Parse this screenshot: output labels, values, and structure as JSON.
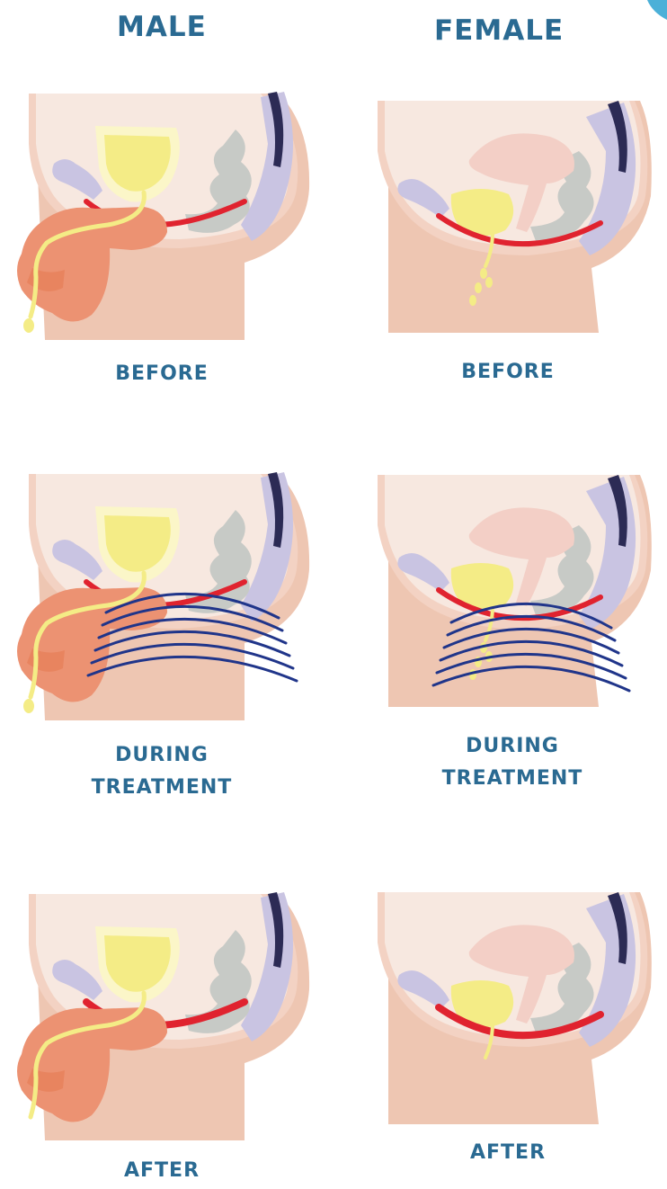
{
  "headings": {
    "male": "MALE",
    "female": "FEMALE"
  },
  "captions": {
    "before": "BEFORE",
    "during_line1": "DURING",
    "during_line2": "TREATMENT",
    "after": "AFTER"
  },
  "colors": {
    "heading": "#2a6a92",
    "skin": "#eec6b2",
    "cavity": "#f7e8e0",
    "cavity_rim": "#f3d2c3",
    "bladder": "#f4ec86",
    "bladder_glow": "#fbf6c8",
    "pelvic_floor": "#e0232f",
    "genitals": "#ec9272",
    "spine": "#c9c4e2",
    "spine_dark": "#2c2b55",
    "bowel": "#c7cac6",
    "uterus": "#f3cfc6",
    "em_waves": "#20358a",
    "corner_accent": "#4bb0d8"
  }
}
